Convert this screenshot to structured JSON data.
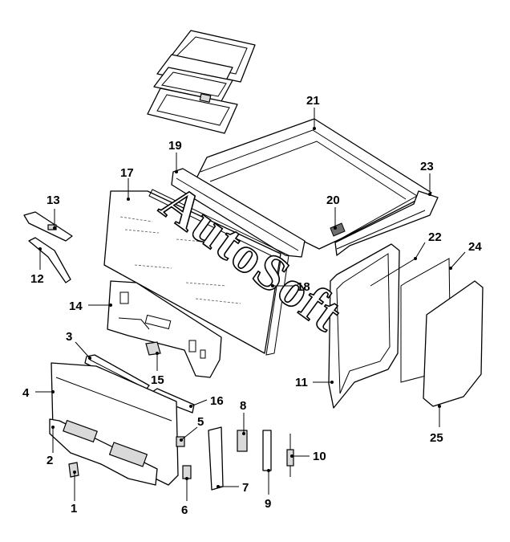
{
  "watermark": "AutoSoft",
  "callouts": [
    {
      "id": "1",
      "label": "1"
    },
    {
      "id": "2",
      "label": "2"
    },
    {
      "id": "3",
      "label": "3"
    },
    {
      "id": "4",
      "label": "4"
    },
    {
      "id": "5",
      "label": "5"
    },
    {
      "id": "6",
      "label": "6"
    },
    {
      "id": "7",
      "label": "7"
    },
    {
      "id": "8",
      "label": "8"
    },
    {
      "id": "9",
      "label": "9"
    },
    {
      "id": "10",
      "label": "10"
    },
    {
      "id": "11",
      "label": "11"
    },
    {
      "id": "12",
      "label": "12"
    },
    {
      "id": "13",
      "label": "13"
    },
    {
      "id": "14",
      "label": "14"
    },
    {
      "id": "15",
      "label": "15"
    },
    {
      "id": "16",
      "label": "16"
    },
    {
      "id": "17",
      "label": "17"
    },
    {
      "id": "18",
      "label": "18"
    },
    {
      "id": "19",
      "label": "19"
    },
    {
      "id": "20",
      "label": "20"
    },
    {
      "id": "21",
      "label": "21"
    },
    {
      "id": "22",
      "label": "22"
    },
    {
      "id": "23",
      "label": "23"
    },
    {
      "id": "24",
      "label": "24"
    },
    {
      "id": "25",
      "label": "25"
    }
  ]
}
